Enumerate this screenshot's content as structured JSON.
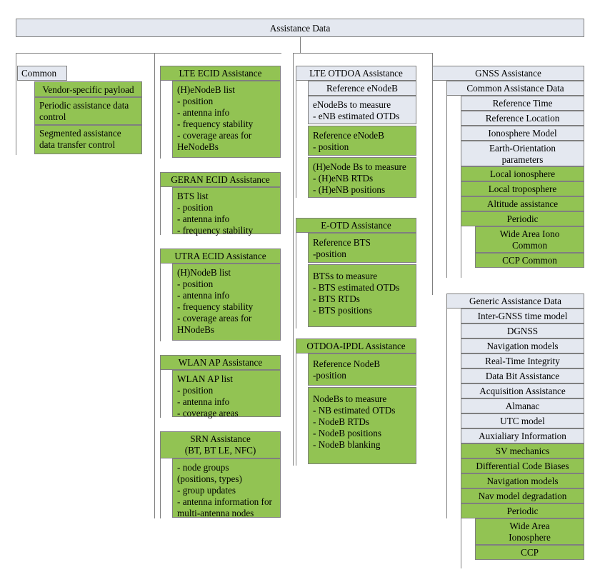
{
  "diagram": {
    "title": "Assistance Data",
    "colors": {
      "green": "#92c353",
      "blue": "#e4e8f0",
      "border": "#7f7f7f"
    }
  },
  "root": {
    "label": "Assistance Data"
  },
  "common": {
    "header": "Common",
    "items": [
      "Vendor-specific payload",
      "Periodic assistance data\ncontrol",
      "Segmented assistance\ndata transfer control"
    ]
  },
  "lte_ecid": {
    "header": "LTE ECID Assistance",
    "body": "(H)eNodeB list\n- position\n- antenna info\n- frequency stability\n- coverage areas for\n   HeNodeBs"
  },
  "geran_ecid": {
    "header": "GERAN ECID Assistance",
    "body": "BTS list\n- position\n- antenna info\n- frequency stability"
  },
  "utra_ecid": {
    "header": "UTRA ECID Assistance",
    "body": "(H)NodeB list\n- position\n- antenna info\n- frequency stability\n- coverage areas for\n   HNodeBs"
  },
  "wlan_ap": {
    "header": "WLAN AP Assistance",
    "body": "WLAN AP list\n- position\n- antenna info\n- coverage areas"
  },
  "srn": {
    "header": "SRN Assistance\n(BT, BT LE, NFC)",
    "body": "- node groups\n   (positions, types)\n- group updates\n- antenna information for\n   multi-antenna nodes"
  },
  "lte_otdoa": {
    "header": "LTE OTDOA Assistance",
    "ref_enodeb_title": "Reference eNodeB",
    "enodebs_to_measure": "eNodeBs to measure\n- eNB estimated OTDs",
    "ref_enodeb_pos": "Reference eNodeB\n- position",
    "henodebs_to_measure": "(H)eNode Bs to measure\n- (H)eNB RTDs\n- (H)eNB positions"
  },
  "eotd": {
    "header": "E-OTD Assistance",
    "ref_bts": "Reference BTS\n-position",
    "btss_to_measure": "BTSs to measure\n- BTS estimated OTDs\n- BTS RTDs\n- BTS positions"
  },
  "otdoa_ipdl": {
    "header": "OTDOA-IPDL Assistance",
    "ref_nodeb": "Reference NodeB\n-position",
    "nodebs_to_measure": "NodeBs to measure\n- NB estimated OTDs\n- NodeB RTDs\n- NodeB positions\n- NodeB blanking"
  },
  "gnss": {
    "header": "GNSS Assistance",
    "common_assistance": {
      "header": "Common Assistance Data",
      "blue_items": [
        "Reference Time",
        "Reference Location",
        "Ionosphere Model",
        "Earth-Orientation\nparameters"
      ],
      "green_items": [
        "Local ionosphere",
        "Local troposphere",
        "Altitude assistance",
        "Periodic"
      ],
      "periodic_children": [
        "Wide Area Iono\nCommon",
        "CCP Common"
      ]
    },
    "generic_assistance": {
      "header": "Generic Assistance Data",
      "blue_items": [
        "Inter-GNSS time model",
        "DGNSS",
        "Navigation models",
        "Real-Time Integrity",
        "Data Bit Assistance",
        "Acquisition Assistance",
        "Almanac",
        "UTC model",
        "Auxialiary Information"
      ],
      "green_items": [
        "SV mechanics",
        "Differential Code Biases",
        "Navigation models",
        "Nav model degradation",
        "Periodic"
      ],
      "periodic_children": [
        "Wide Area\nIonosphere",
        "CCP"
      ]
    }
  }
}
